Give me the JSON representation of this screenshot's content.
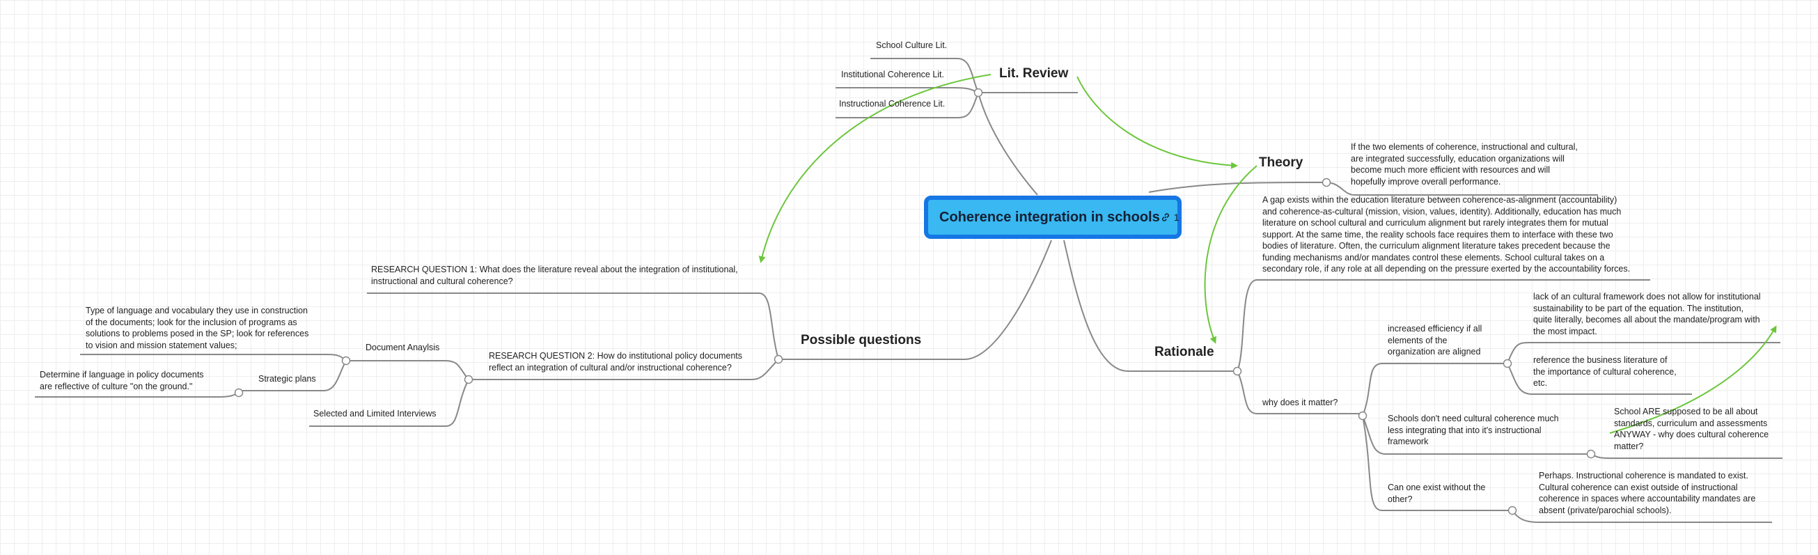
{
  "root": {
    "title": "Coherence integration in schools",
    "link_count": "1"
  },
  "lit_review": {
    "title": "Lit. Review",
    "items": [
      "School Culture Lit.",
      "Institutional Coherence Lit.",
      "Instructional Coherence Lit."
    ]
  },
  "theory": {
    "title": "Theory",
    "text": "If the two elements of coherence, instructional and cultural,\nare integrated successfully, education organizations will\nbecome much more efficient with resources and will\nhopefully improve overall performance."
  },
  "rationale": {
    "title": "Rationale",
    "gap": "A gap exists within the education literature between coherence-as-alignment (accountability)\nand coherence-as-cultural (mission, vision, values, identity).  Additionally, education has much\nliterature on school cultural and curriculum alignment but rarely integrates them for mutual\nsupport.  At the same time, the reality schools face requires them to interface with these two\nbodies of literature.  Often, the curriculum alignment literature takes precedent because the\nfunding mechanisms and/or mandates control these elements.  School cultural takes on a\nsecondary role, if any role at all depending on the pressure exerted by the accountability forces.",
    "why": "why does it matter?",
    "efficiency": "increased efficiency if all\nelements of the\norganization are aligned",
    "efficiency_a": "lack of an cultural framework does not allow for institutional\nsustainability to be part of the equation.  The institution,\nquite literally, becomes all about the mandate/program with\nthe most impact.",
    "efficiency_b": "reference the business literature of\nthe importance of cultural coherence,\netc.",
    "schools_dont": "Schools don't need cultural coherence much\nless integrating that into it's instructional\nframework",
    "schools_are": "School ARE supposed to be all about\nstandards, curriculum and assessments\nANYWAY - why does cultural coherence\nmatter?",
    "can_one": "Can one exist without the\nother?",
    "perhaps": "Perhaps.  Instructional coherence is mandated to exist.\nCultural coherence can exist outside of instructional\ncoherence in spaces where accountability mandates are\nabsent (private/parochial schools)."
  },
  "questions": {
    "title": "Possible questions",
    "rq1": "RESEARCH QUESTION 1: What does the literature reveal about the integration of institutional,\ninstructional and cultural coherence?",
    "rq2": "RESEARCH QUESTION 2: How do institutional policy documents\nreflect an integration of cultural and/or instructional coherence?",
    "doc_analysis": "Document Anaylsis",
    "doc_detail": "Type of language and vocabulary they use in construction\nof the documents; look for the inclusion of programs as\nsolutions to problems posed in the SP; look for references\nto vision and mission statement values;",
    "strategic": "Strategic plans",
    "strategic_detail": "Determine if language in policy documents\nare reflective of culture \"on the ground.\"",
    "interviews": "Selected and Limited Interviews"
  },
  "colors": {
    "root_fill": "#39b8f2",
    "root_border": "#1576e4",
    "branch": "#888888",
    "relationship": "#6cc63c"
  }
}
